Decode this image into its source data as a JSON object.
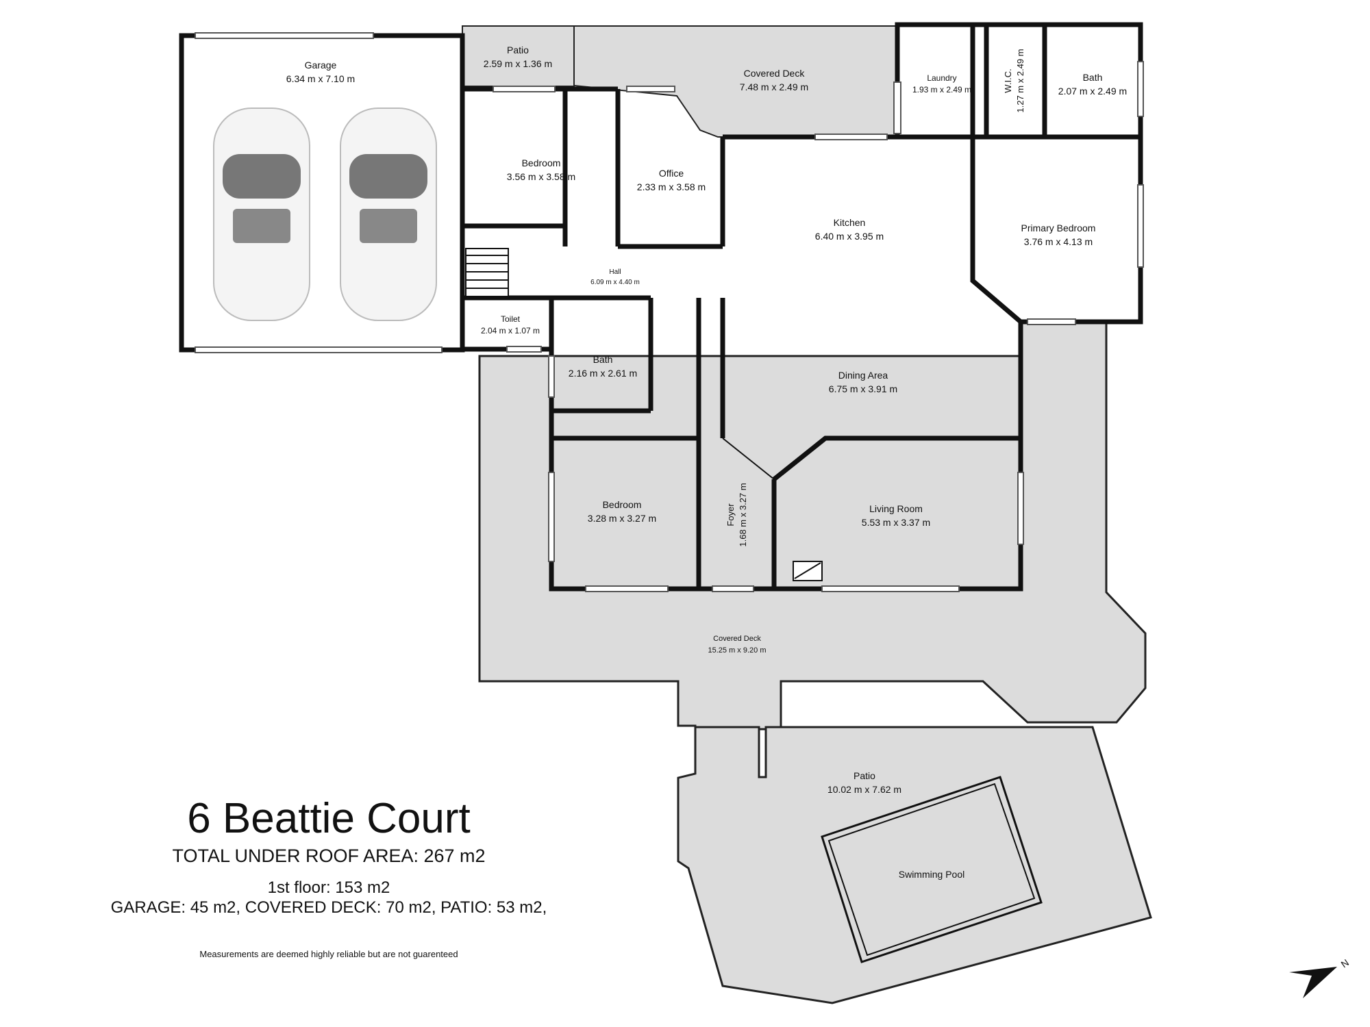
{
  "property": {
    "title": "6 Beattie Court",
    "total_area": "TOTAL UNDER ROOF AREA: 267 m2",
    "floor_area": "1st floor: 153 m2",
    "other_areas": "GARAGE: 45 m2, COVERED DECK: 70 m2, PATIO: 53 m2,",
    "disclaimer": "Measurements are deemed highly reliable but are not guarenteed"
  },
  "rooms": {
    "garage": {
      "name": "Garage",
      "size": "6.34 m x 7.10 m"
    },
    "patio_top": {
      "name": "Patio",
      "size": "2.59 m x 1.36 m"
    },
    "covered_deck_top": {
      "name": "Covered Deck",
      "size": "7.48 m x 2.49 m"
    },
    "laundry": {
      "name": "Laundry",
      "size": "1.93 m x 2.49 m"
    },
    "wic": {
      "name": "W.I.C.",
      "size": "1.27 m x 2.49 m"
    },
    "bath_primary": {
      "name": "Bath",
      "size": "2.07 m x 2.49 m"
    },
    "bedroom_1": {
      "name": "Bedroom",
      "size": "3.56 m x 3.58 m"
    },
    "office": {
      "name": "Office",
      "size": "2.33 m x 3.58 m"
    },
    "kitchen": {
      "name": "Kitchen",
      "size": "6.40 m x 3.95 m"
    },
    "primary_bedroom": {
      "name": "Primary Bedroom",
      "size": "3.76 m x 4.13 m"
    },
    "hall": {
      "name": "Hall",
      "size": "6.09 m x 4.40 m"
    },
    "toilet": {
      "name": "Toilet",
      "size": "2.04 m x 1.07 m"
    },
    "bath_main": {
      "name": "Bath",
      "size": "2.16 m x 2.61 m"
    },
    "dining": {
      "name": "Dining Area",
      "size": "6.75 m x 3.91 m"
    },
    "bedroom_2": {
      "name": "Bedroom",
      "size": "3.28 m x 3.27 m"
    },
    "foyer": {
      "name": "Foyer",
      "size": "1.68 m x 3.27 m"
    },
    "living": {
      "name": "Living Room",
      "size": "5.53 m x 3.37 m"
    },
    "covered_deck_main": {
      "name": "Covered Deck",
      "size": "15.25 m x 9.20 m"
    },
    "patio_main": {
      "name": "Patio",
      "size": "10.02 m x 7.62 m"
    },
    "pool": {
      "name": "Swimming Pool"
    }
  },
  "compass": {
    "label": "N",
    "icon": "north-arrow-icon"
  },
  "colors": {
    "deck_fill": "#dcdcdc",
    "wall": "#111111",
    "floor": "#ffffff"
  }
}
